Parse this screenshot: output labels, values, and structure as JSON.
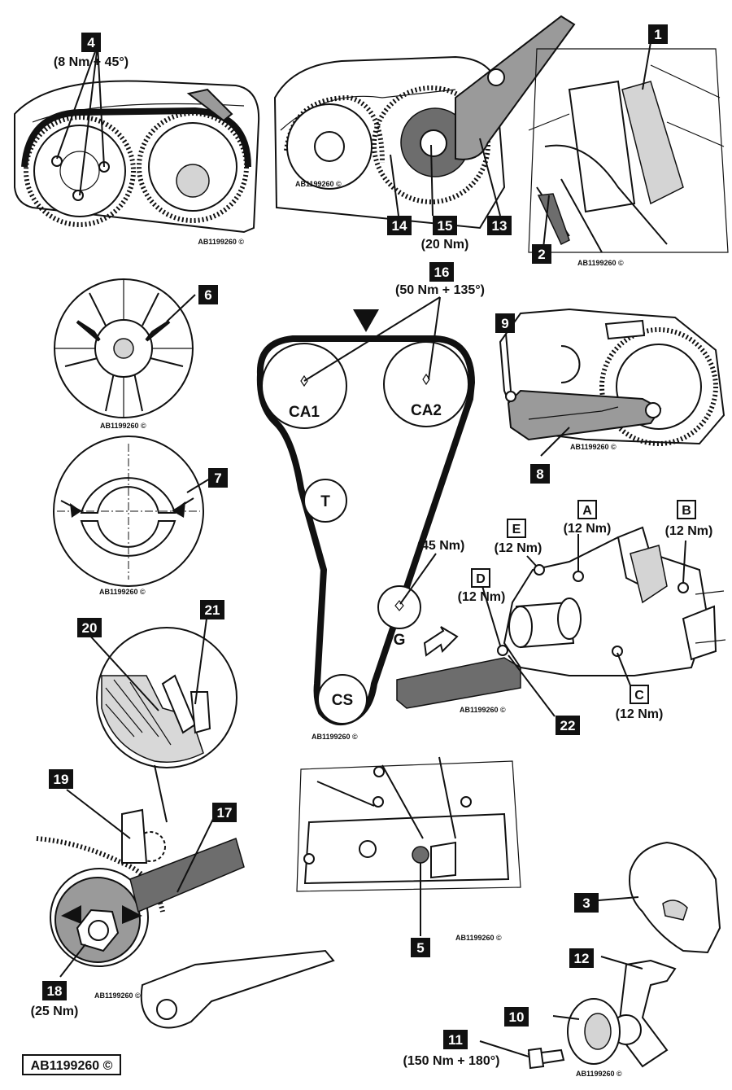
{
  "document": {
    "credit": "AB1199260 ©"
  },
  "panels": {
    "panel1": {
      "credit": "AB1199260 ©",
      "callouts": [
        "1",
        "2"
      ]
    },
    "panel2": {
      "credit": "AB1199260 ©",
      "callouts": [
        "14",
        "15",
        "13"
      ],
      "torque_15": "(20 Nm)"
    },
    "panel3": {
      "credit": "AB1199260 ©",
      "callout": "4",
      "torque": "(8 Nm + 45°)"
    },
    "panel_wheel": {
      "credit": "AB1199260 ©",
      "callout": "6"
    },
    "panel_hub": {
      "credit": "AB1199260 ©",
      "callout": "7"
    },
    "panel_belt": {
      "credit": "AB1199260 ©",
      "callout": "16",
      "torque_16": "(50 Nm + 135°)",
      "pulleys": {
        "ca1": "CA1",
        "ca2": "CA2",
        "t": "T",
        "g": "G",
        "cs": "CS"
      },
      "torque_g": "(45 Nm)"
    },
    "panel_camhousing": {
      "credit": "AB1199260 ©",
      "callouts": [
        "9",
        "8"
      ]
    },
    "panel_waterpump": {
      "credit": "AB1199260 ©",
      "callout": "22",
      "letters": [
        {
          "letter": "A",
          "torque": "(12 Nm)"
        },
        {
          "letter": "B",
          "torque": "(12 Nm)"
        },
        {
          "letter": "E",
          "torque": "(12 Nm)"
        },
        {
          "letter": "D",
          "torque": "(12 Nm)"
        },
        {
          "letter": "C",
          "torque": "(12 Nm)"
        }
      ]
    },
    "panel_tensioner_detail": {
      "callouts": [
        "20",
        "21"
      ]
    },
    "panel_tensioner": {
      "credit": "AB1199260 ©",
      "callouts": [
        "19",
        "17",
        "18"
      ],
      "torque_18": "(25 Nm)"
    },
    "panel_engine_bottom": {
      "credit": "AB1199260 ©",
      "callout": "5"
    },
    "panel_crank_parts": {
      "credit": "AB1199260 ©",
      "callouts": [
        "3",
        "12",
        "10",
        "11"
      ],
      "torque_11": "(150 Nm + 180°)"
    }
  }
}
